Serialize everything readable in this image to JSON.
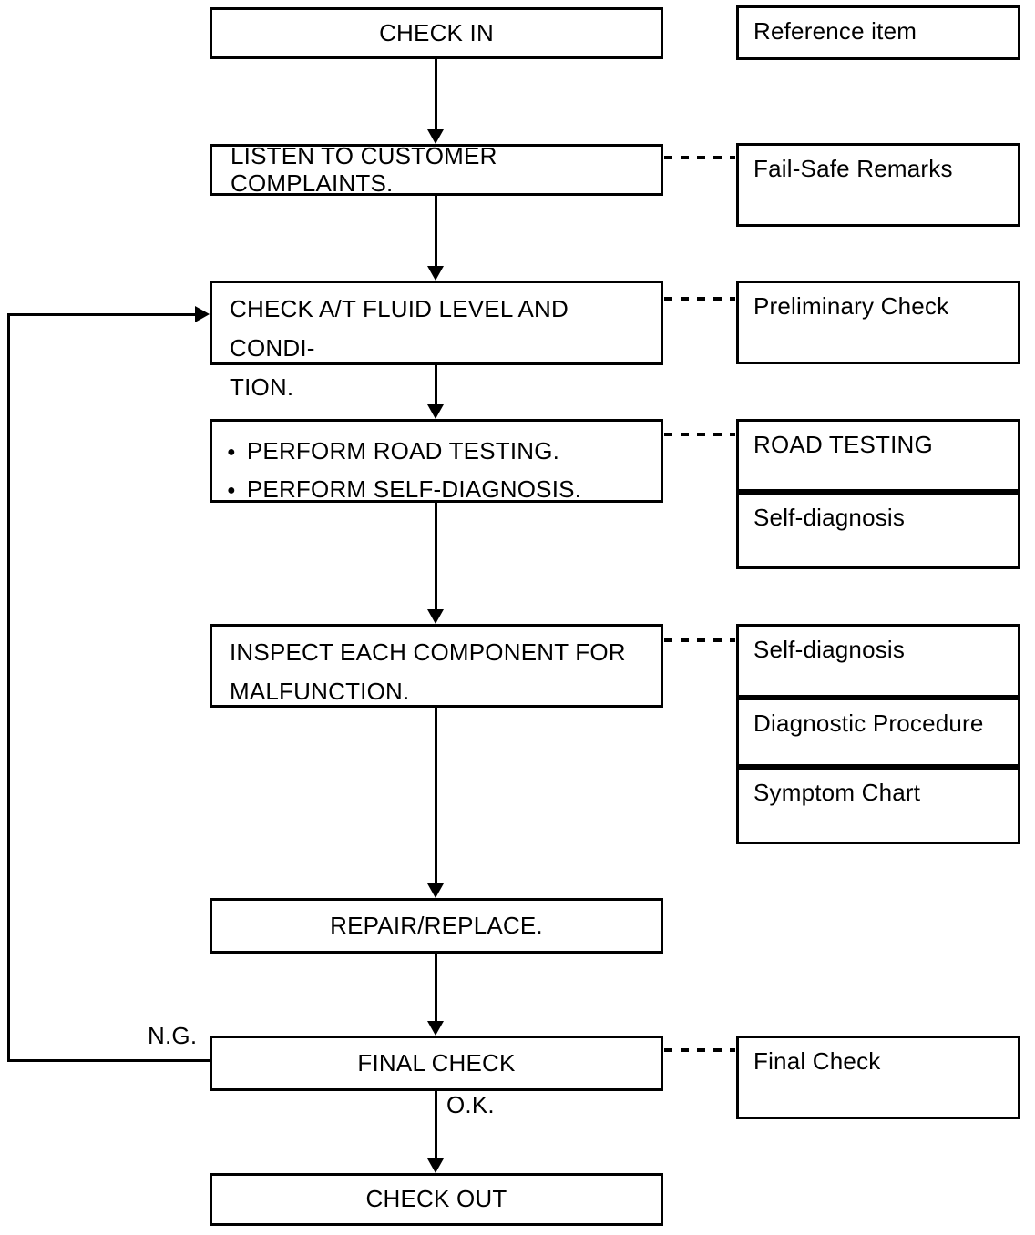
{
  "flow": {
    "check_in": "CHECK IN",
    "listen": "LISTEN TO CUSTOMER COMPLAINTS.",
    "fluid_line_1": "CHECK A/T FLUID LEVEL AND CONDI-",
    "fluid_line_2": "TION.",
    "bullet_char": "●",
    "road_item_1": "PERFORM ROAD TESTING.",
    "road_item_2": "PERFORM SELF-DIAGNOSIS.",
    "inspect_line_1": "INSPECT EACH COMPONENT FOR",
    "inspect_line_2": "MALFUNCTION.",
    "repair": "REPAIR/REPLACE.",
    "final_check": "FINAL CHECK",
    "check_out": "CHECK OUT",
    "label_ng": "N.G.",
    "label_ok": "O.K."
  },
  "reference": {
    "header": "Reference item",
    "fail_safe": "Fail-Safe Remarks",
    "preliminary": "Preliminary Check",
    "road_testing": "ROAD TESTING",
    "self_diagnosis_1": "Self-diagnosis",
    "self_diagnosis_2": "Self-diagnosis",
    "diagnostic_procedure": "Diagnostic Procedure",
    "symptom_chart": "Symptom Chart",
    "final_check": "Final Check"
  },
  "colors": {
    "ink": "#000000",
    "paper": "#ffffff"
  }
}
